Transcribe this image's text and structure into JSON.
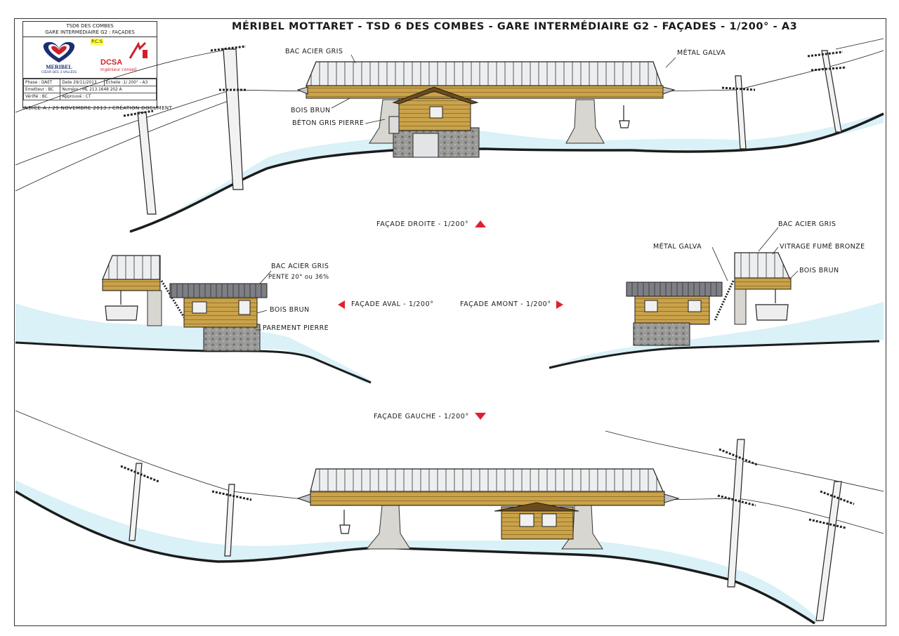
{
  "title": "MÉRIBEL MOTTARET - TSD 6 DES COMBES - GARE INTERMÉDIAIRE G2 - FAÇADES - 1/200° - A3",
  "titleblock": {
    "project": "TSD6 DES COMBES",
    "subject": "GARE INTERMÉDIAIRE G2 : FAÇADES",
    "pcs": "P.C.S",
    "client_logo": "MERIBEL",
    "client_sub": "CŒUR DES 3 VALLÉES",
    "firm": "DCSA",
    "firm_sub": "Ingénieur conseil",
    "rows": [
      [
        "Phase : DAET",
        "Date 29/11/2013",
        "Echelle :1/ 200° - A3"
      ],
      [
        "Emetteur : BC",
        "Numéro : ML 213.1648 202 A"
      ],
      [
        "Vérifié : BC",
        "Approuvé : CT"
      ]
    ],
    "revision": "INDICE A / 29 NOVEMBRE 2013 / CRÉATION DOCUMENT"
  },
  "labels": {
    "bac_acier_gris_1": "BAC ACIER GRIS",
    "metal_galva_1": "MÉTAL GALVA",
    "bois_brun_1": "BOIS BRUN",
    "beton_gris_pierre": "BÉTON GRIS PIERRE",
    "bac_acier_gris_2": "BAC ACIER GRIS",
    "pente": "PENTE 20° ou 36%",
    "bois_brun_2": "BOIS BRUN",
    "parement_pierre": "PAREMENT PIERRE",
    "bac_acier_gris_3": "BAC ACIER GRIS",
    "metal_galva_2": "MÉTAL GALVA",
    "vitrage": "VITRAGE FUMÉ BRONZE",
    "bois_brun_3": "BOIS BRUN"
  },
  "captions": {
    "droite": "FAÇADE DROITE - 1/200°",
    "aval": "FAÇADE AVAL - 1/200°",
    "amont": "FAÇADE AMONT - 1/200°",
    "gauche": "FAÇADE GAUCHE - 1/200°"
  },
  "colors": {
    "wood": "#c9a24a",
    "wood_dark": "#8a6a22",
    "roof": "#7d7f84",
    "glass": "#e6e8ea",
    "concrete": "#d8d6d0",
    "stone": "#8c8c8c",
    "snow": "#d9f1f7",
    "ground": "#1c1c1c",
    "arrow_red": "#e02030",
    "logo_blue": "#1a2f6e",
    "logo_red": "#d0202a"
  }
}
